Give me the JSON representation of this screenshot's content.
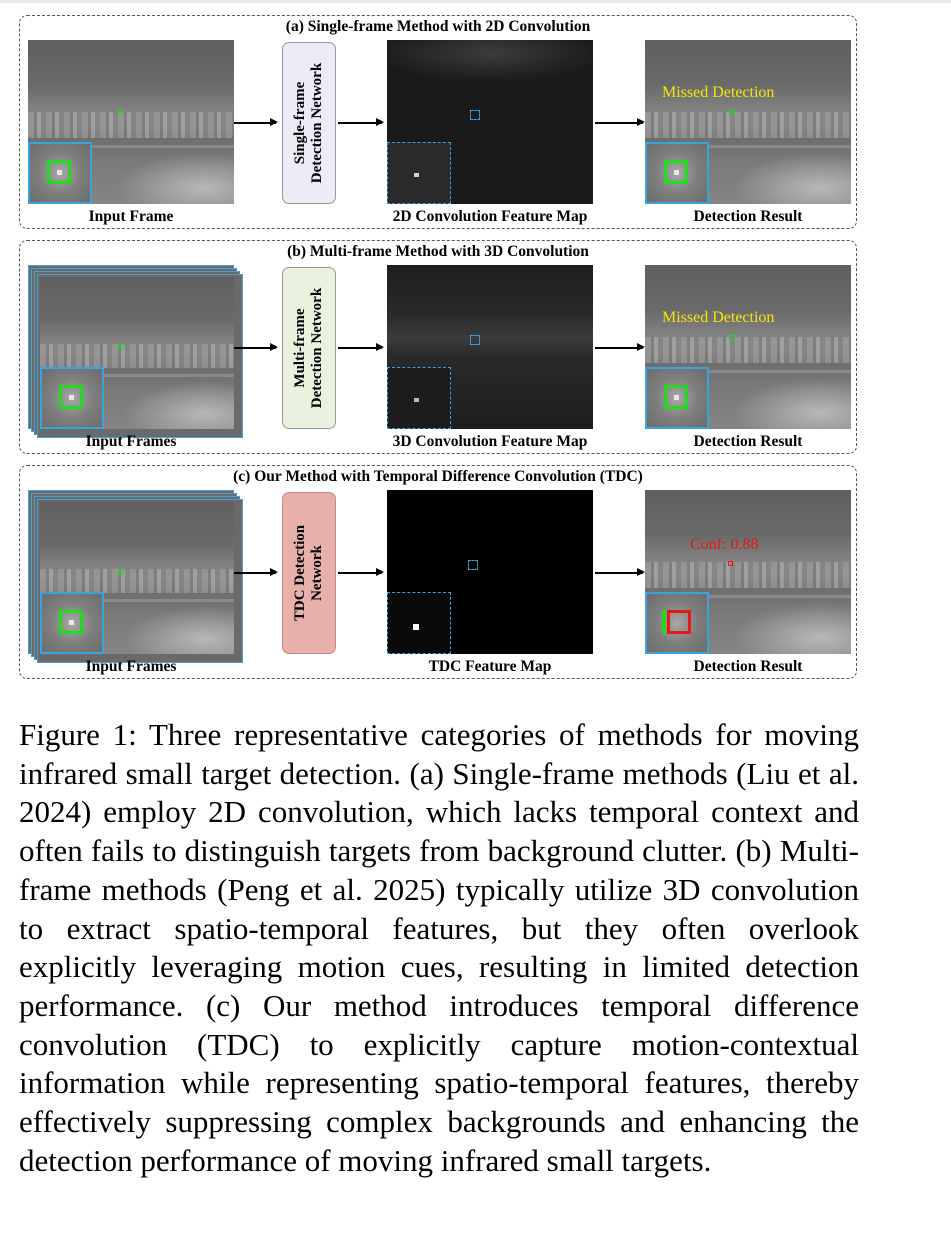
{
  "panels": [
    {
      "title": "(a) Single-frame Method with 2D Convolution",
      "input_caption": "Input Frame",
      "network_label": [
        "Single-frame",
        "Detection Network"
      ],
      "feature_caption": "2D Convolution Feature Map",
      "result_caption": "Detection Result",
      "result_overlay": "Missed Detection",
      "network_color": "#ecebf6"
    },
    {
      "title": "(b) Multi-frame Method with 3D Convolution",
      "input_caption": "Input Frames",
      "network_label": [
        "Multi-frame",
        "Detection Network"
      ],
      "feature_caption": "3D Convolution Feature Map",
      "result_caption": "Detection Result",
      "result_overlay": "Missed Detection",
      "network_color": "#e9f1df"
    },
    {
      "title": "(c) Our Method with Temporal Difference Convolution (TDC)",
      "input_caption": "Input Frames",
      "network_label": [
        "TDC Detection",
        "Network"
      ],
      "feature_caption": "TDC Feature Map",
      "result_caption": "Detection Result",
      "result_overlay": "Conf: 0.88",
      "network_color": "#e8b0ab"
    }
  ],
  "colors": {
    "missed_text": "#f5e60a",
    "conf_text": "#e01818",
    "box_green": "#1fdc1f",
    "box_red": "#e21a1a",
    "inset_border": "#3aa3dd"
  },
  "caption": "Figure 1: Three representative categories of methods for moving infrared small target detection. (a) Single-frame methods (Liu et al. 2024) employ 2D convolution, which lacks temporal context and often fails to distinguish targets from background clutter. (b) Multi-frame methods (Peng et al. 2025) typically utilize 3D convolution to extract spatio-temporal features, but they often overlook explicitly leveraging motion cues, resulting in limited detection performance. (c) Our method introduces temporal difference convolution (TDC) to explicitly capture motion-contextual information while representing spatio-temporal features, thereby effectively suppressing complex backgrounds and enhancing the detection performance of moving infrared small targets."
}
